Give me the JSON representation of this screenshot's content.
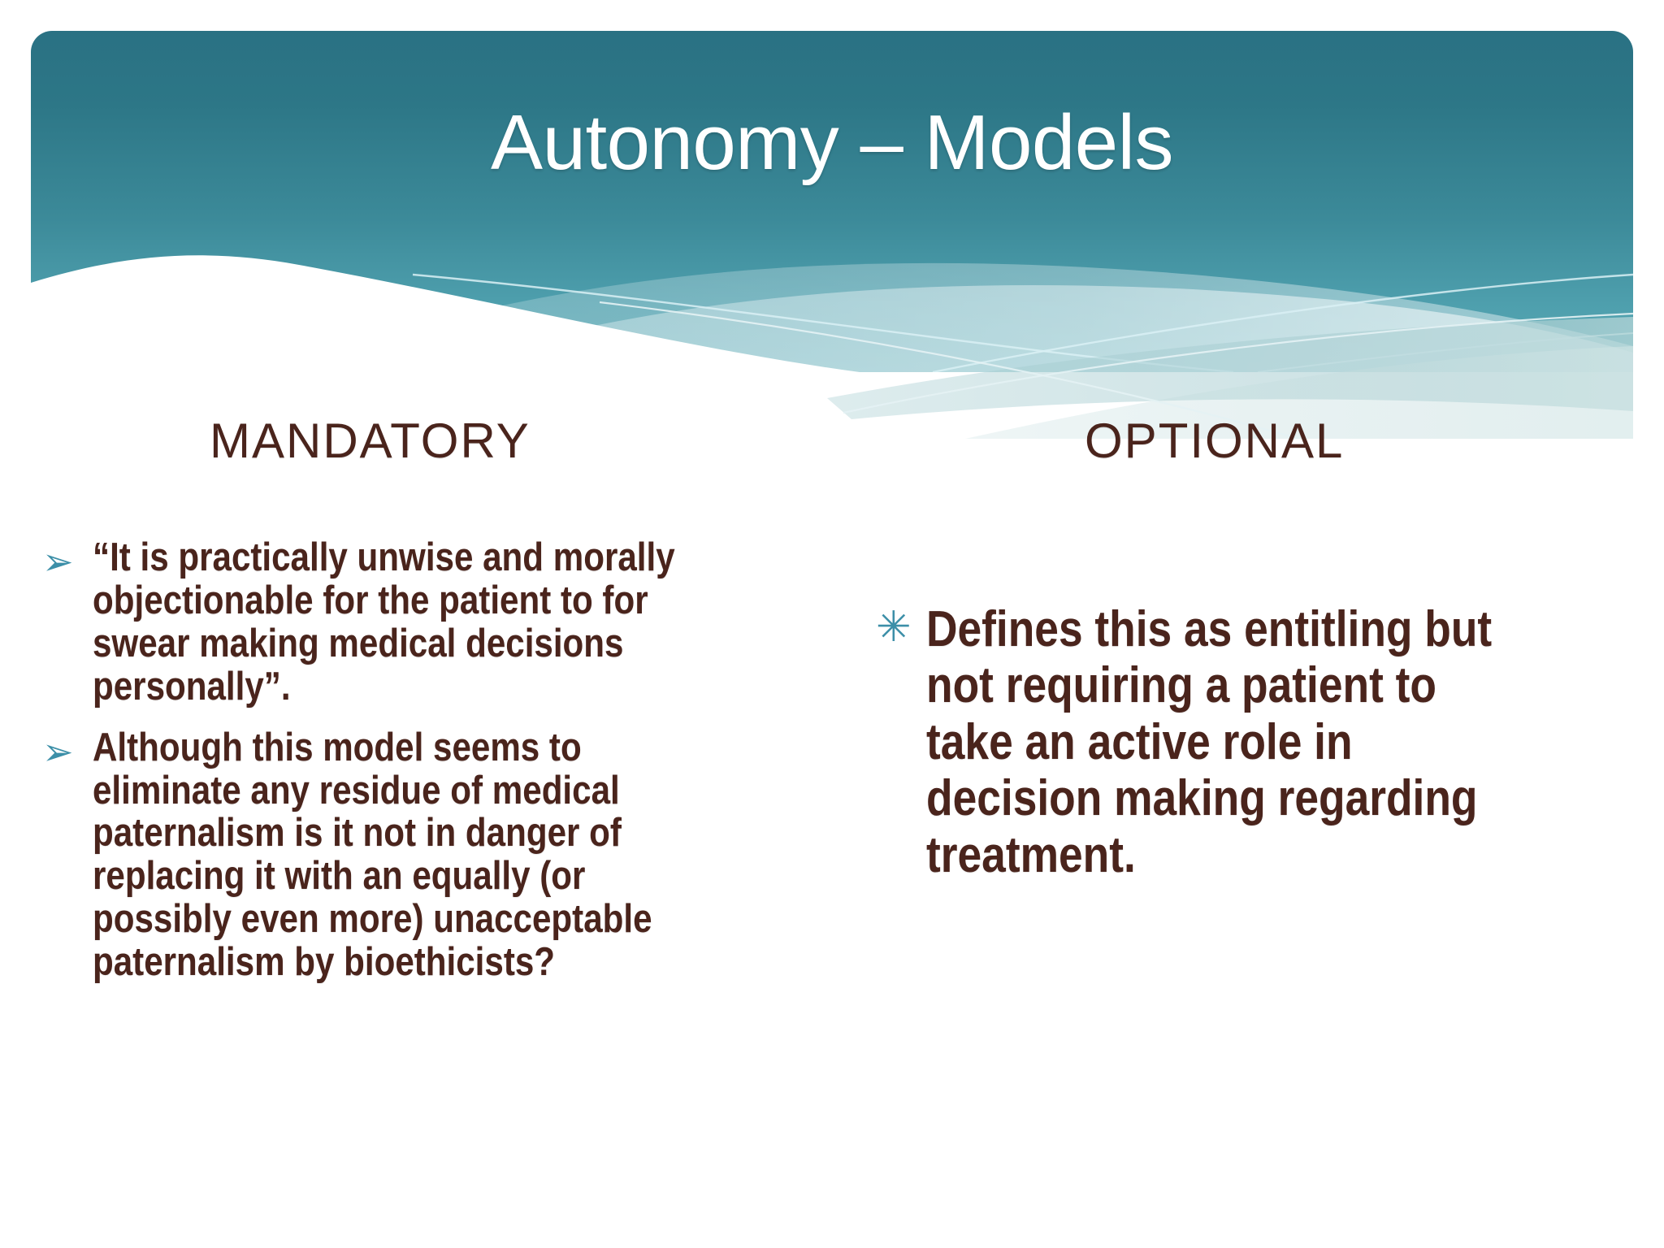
{
  "slide": {
    "title": "Autonomy – Models",
    "theme_colors": {
      "header_teal_dark": "#2a7183",
      "header_teal_light": "#5aa9b5",
      "body_text_brown": "#4A241C",
      "bullet_teal": "#3C8FA8",
      "background": "#ffffff",
      "title_text": "#ffffff"
    }
  },
  "columns": {
    "left": {
      "heading": "MANDATORY",
      "bullet_marker": "➢",
      "bullet_marker_name": "arrow-bullet-icon",
      "bullets": [
        "“It is practically unwise and morally objectionable for the patient to for swear making medical decisions personally”.",
        "Although this model seems to eliminate any residue of medical paternalism is it not in danger of replacing it with an equally (or possibly even more) unacceptable paternalism by bioethicists?"
      ]
    },
    "right": {
      "heading": "OPTIONAL",
      "bullet_marker": "✳",
      "bullet_marker_name": "asterisk-bullet-icon",
      "bullets": [
        "Defines this as entitling but not requiring a patient to take an active role in decision making regarding treatment."
      ]
    }
  }
}
